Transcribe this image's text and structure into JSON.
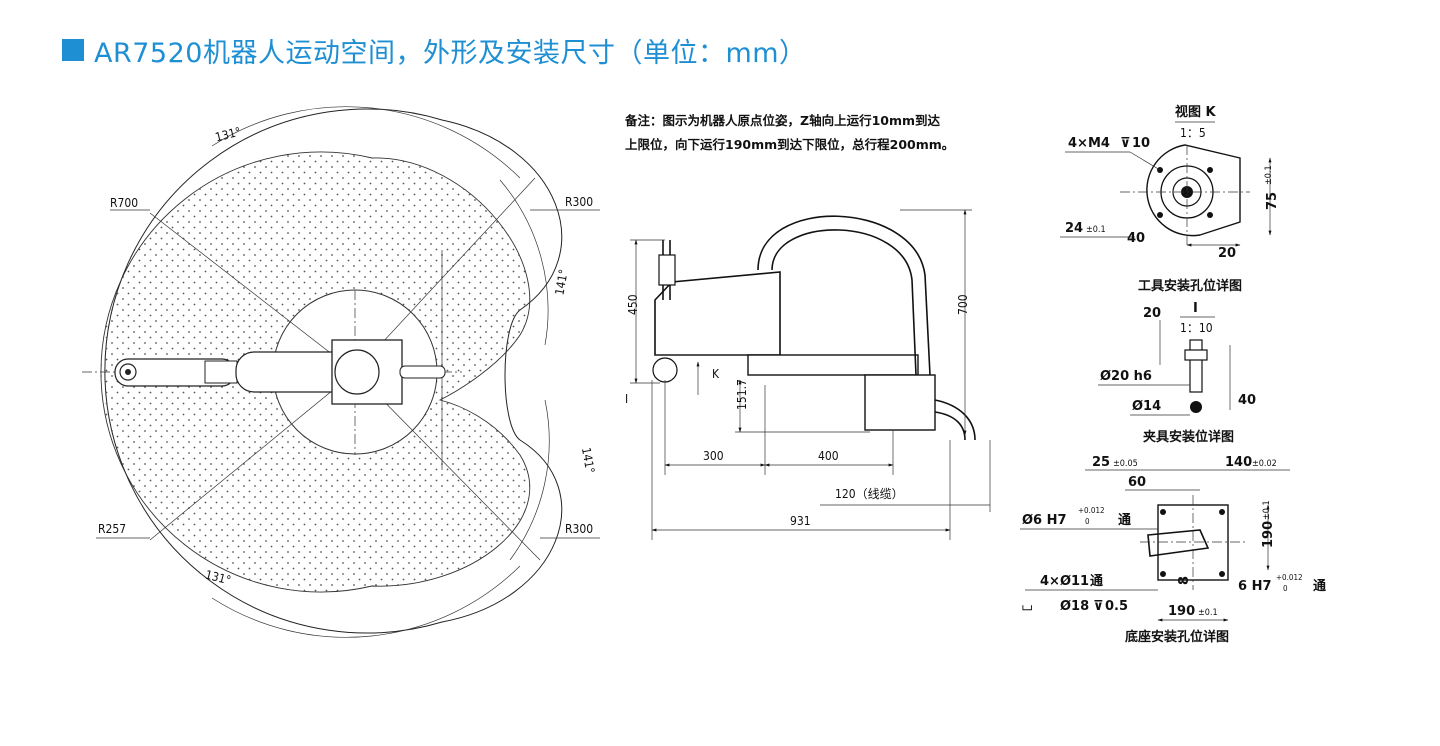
{
  "title": "AR7520机器人运动空间，外形及安装尺寸（单位：mm）",
  "colors": {
    "accent": "#1f8fd4"
  },
  "workspace": {
    "r700": "R700",
    "r300_top": "R300",
    "r300_bottom": "R300",
    "r257": "R257",
    "angle_top": "131°",
    "angle_bottom": "131°",
    "angle_right_top": "141°",
    "angle_right_bottom": "141°"
  },
  "side_view": {
    "note_line1": "备注：图示为机器人原点位姿，Z轴向上运行10mm到达",
    "note_line2": "上限位，向下运行190mm到达下限位，总行程200mm。",
    "dim_450": "450",
    "dim_700": "700",
    "dim_151_7": "151.7",
    "dim_300": "300",
    "dim_400": "400",
    "dim_120": "120（线缆）",
    "dim_931": "931",
    "mark_I": "I",
    "mark_K": "K"
  },
  "tool_detail": {
    "view_label": "视图 K",
    "scale": "1：5",
    "holes": "4×M4",
    "depth": "10",
    "dim_24": "24",
    "tol_24": "±0.1",
    "dim_40": "40",
    "dim_20": "20",
    "dim_75": "75",
    "tol_75": "±0.1",
    "caption": "工具安装孔位详图"
  },
  "fixture_detail": {
    "view_label": "I",
    "scale": "1：10",
    "dim_20": "20",
    "shaft": "Ø20 h6",
    "dim_14": "Ø14",
    "dim_40": "40",
    "caption": "夹具安装位详图"
  },
  "base_detail": {
    "dim_25": "25",
    "tol_25": "±0.05",
    "dim_140": "140",
    "tol_140": "±0.02",
    "dim_60": "60",
    "pin_hole": "Ø6 H7",
    "pin_tol_up": "+0.012",
    "pin_tol_down": "0",
    "pin_through": "通",
    "dim_190_v": "190",
    "tol_190_v": "±0.1",
    "holes": "4×Ø11",
    "holes_through": "通",
    "dim_8": "8",
    "pin2": "6 H7",
    "pin2_tol_up": "+0.012",
    "pin2_tol_down": "0",
    "pin2_through": "通",
    "counterbore": "Ø18",
    "cb_depth": "0.5",
    "dim_190_h": "190",
    "tol_190_h": "±0.1",
    "caption": "底座安装孔位详图"
  }
}
